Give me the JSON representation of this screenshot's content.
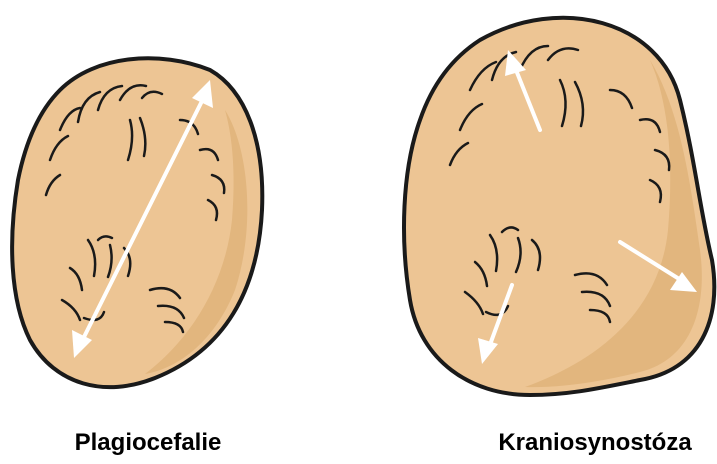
{
  "captions": {
    "left": "Plagiocefalie",
    "right": "Kraniosynostóza"
  },
  "colors": {
    "skin": "#EDC594",
    "skin_shadow": "#D9A96C",
    "outline": "#1A1A1A",
    "arrow": "#FFFFFF"
  },
  "icons": {
    "left_head": "plagiocephaly-head-illustration",
    "right_head": "craniosynostosis-head-illustration",
    "arrows": "white-double-arrow, white-arrow"
  }
}
